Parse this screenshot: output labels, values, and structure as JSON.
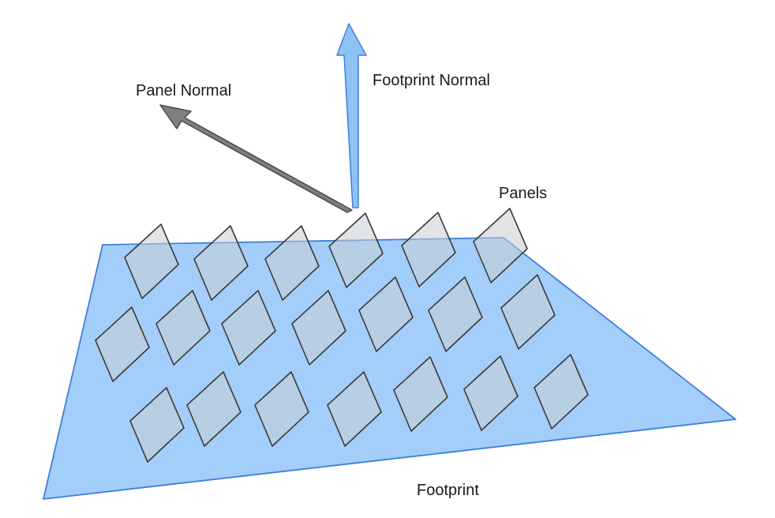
{
  "labels": {
    "panel_normal": "Panel Normal",
    "footprint_normal": "Footprint Normal",
    "panels": "Panels",
    "footprint": "Footprint"
  },
  "colors": {
    "footprint_fill": "#a3cef9",
    "footprint_stroke": "#3f7fd8",
    "panel_normal_arrow": "#7f7f7f",
    "footprint_normal_arrow": "#8ec2f5"
  },
  "panel_rows": [
    6,
    7,
    7
  ]
}
